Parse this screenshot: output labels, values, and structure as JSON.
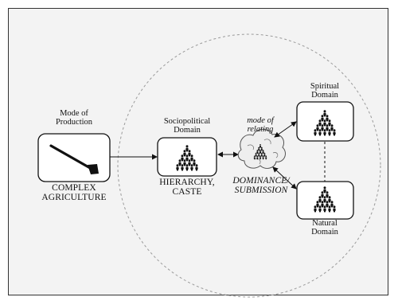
{
  "nodes": {
    "production": {
      "title_line1": "Mode of",
      "title_line2": "Production",
      "caption_line1": "COMPLEX",
      "caption_line2": "AGRICULTURE",
      "icon": "hoe-icon"
    },
    "sociopolitical": {
      "title_line1": "Sociopolitical",
      "title_line2": "Domain",
      "caption_line1": "HIERARCHY,",
      "caption_line2": "CASTE",
      "icon": "people-pyramid-icon"
    },
    "relating": {
      "title_line1": "mode of",
      "title_line2": "relating",
      "caption_line1": "DOMINANCE/",
      "caption_line2": "SUBMISSION",
      "icon": "brain-icon"
    },
    "spiritual": {
      "title_line1": "Spiritual",
      "title_line2": "Domain",
      "icon": "people-pyramid-icon"
    },
    "natural": {
      "caption_line1": "Natural",
      "caption_line2": "Domain",
      "icon": "people-pyramid-icon"
    }
  },
  "colors": {
    "frame_bg": "#f3f3f3",
    "stroke": "#111111",
    "dashed_circle": "#999999"
  }
}
